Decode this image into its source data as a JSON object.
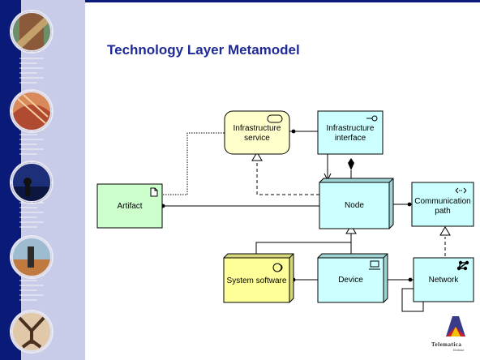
{
  "slide": {
    "title": "Technology Layer Metamodel"
  },
  "nodes": {
    "infrastructure_service": "Infrastructure service",
    "infrastructure_interface": "Infrastructure interface",
    "artifact": "Artifact",
    "node": "Node",
    "communication_path": "Communication path",
    "system_software": "System software",
    "device": "Device",
    "network": "Network"
  },
  "node_icons": {
    "infrastructure_service": "service-icon",
    "infrastructure_interface": "interface-icon",
    "artifact": "document-icon",
    "communication_path": "bidirectional-arrow-icon",
    "system_software": "circle-icon",
    "device": "laptop-icon",
    "network": "network-icon"
  },
  "colors": {
    "infrastructure_fill": "#FFFFCC",
    "node_fill": "#CCFFFF",
    "artifact_fill": "#CCFFCC",
    "system_software_fill": "#FFFF99",
    "title_color": "#1E2A96",
    "band_dark": "#0A1A78",
    "band_light": "#C8CCE8"
  },
  "logo": {
    "name": "Telematica",
    "sub": "Instituut"
  }
}
